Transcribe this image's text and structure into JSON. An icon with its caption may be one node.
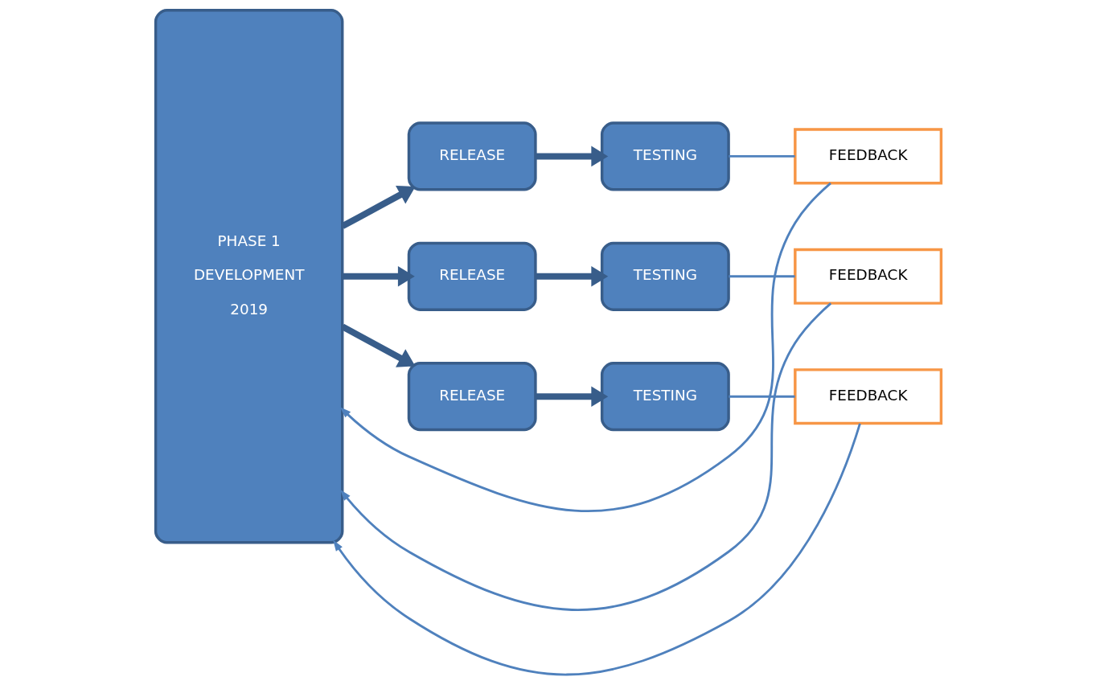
{
  "diagram": {
    "nodes": [
      {
        "text": [
          "PHASE 1",
          "DEVELOPMENT",
          "2019"
        ]
      },
      {
        "text": [
          "RELEASE"
        ]
      },
      {
        "text": [
          "TESTING"
        ]
      },
      {
        "text": [
          "FEEDBACK"
        ]
      },
      {
        "text": [
          "RELEASE"
        ]
      },
      {
        "text": [
          "TESTING"
        ]
      },
      {
        "text": [
          "FEEDBACK"
        ]
      },
      {
        "text": [
          "RELEASE"
        ]
      },
      {
        "text": [
          "TESTING"
        ]
      },
      {
        "text": [
          "FEEDBACK"
        ]
      }
    ],
    "edges": [
      {
        "from": 0,
        "to": 1,
        "arrow": "to",
        "style": "thick"
      },
      {
        "from": 1,
        "to": 2,
        "arrow": "to",
        "style": "thick"
      },
      {
        "from": 2,
        "to": 3,
        "arrow": "none"
      },
      {
        "from": 3,
        "to": 0,
        "arrow": "to"
      },
      {
        "from": 0,
        "to": 4,
        "arrow": "to",
        "style": "thick"
      },
      {
        "from": 4,
        "to": 5,
        "arrow": "to",
        "style": "thick"
      },
      {
        "from": 5,
        "to": 6,
        "arrow": "none"
      },
      {
        "from": 6,
        "to": 0,
        "arrow": "to"
      },
      {
        "from": 0,
        "to": 7,
        "arrow": "to",
        "style": "thick"
      },
      {
        "from": 7,
        "to": 8,
        "arrow": "to",
        "style": "thick"
      },
      {
        "from": 8,
        "to": 9,
        "arrow": "none"
      },
      {
        "from": 9,
        "to": 0,
        "arrow": "to"
      }
    ]
  }
}
